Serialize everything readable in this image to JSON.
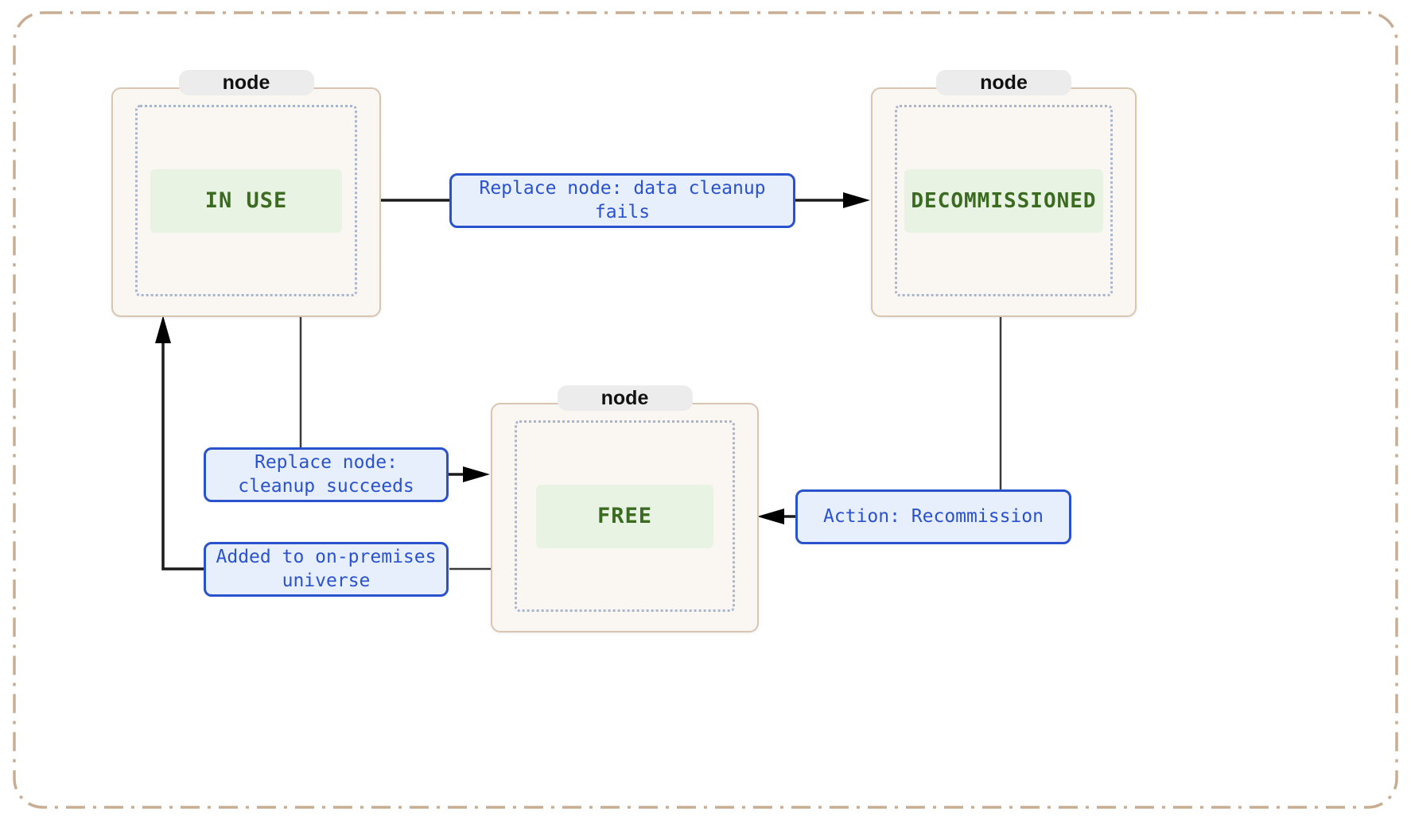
{
  "diagram": {
    "nodes": [
      {
        "container_label": "node",
        "state": "IN USE"
      },
      {
        "container_label": "node",
        "state": "DECOMMISSIONED"
      },
      {
        "container_label": "node",
        "state": "FREE"
      }
    ],
    "edges": [
      {
        "label": "Replace node: data cleanup fails",
        "from": "IN USE",
        "to": "DECOMMISSIONED"
      },
      {
        "label": "Replace node: cleanup succeeds",
        "from": "IN USE",
        "to": "FREE"
      },
      {
        "label": "Action: Recommission",
        "from": "DECOMMISSIONED",
        "to": "FREE"
      },
      {
        "label": "Added to on-premises universe",
        "from": "FREE",
        "to": "IN USE"
      }
    ],
    "colors": {
      "outer_border": "#c8ad92",
      "node_fill": "#faf7f2",
      "node_border": "#d9c6b2",
      "node_tab_fill": "#ececec",
      "dotted_border": "#a9b4cf",
      "state_fill": "#e9f3e4",
      "state_text": "#3b6a21",
      "edge_fill": "#e7eefc",
      "edge_border": "#2a52cc",
      "edge_text": "#2a52cc",
      "connector_line": "#3a3a3a",
      "arrow": "#000000"
    }
  }
}
